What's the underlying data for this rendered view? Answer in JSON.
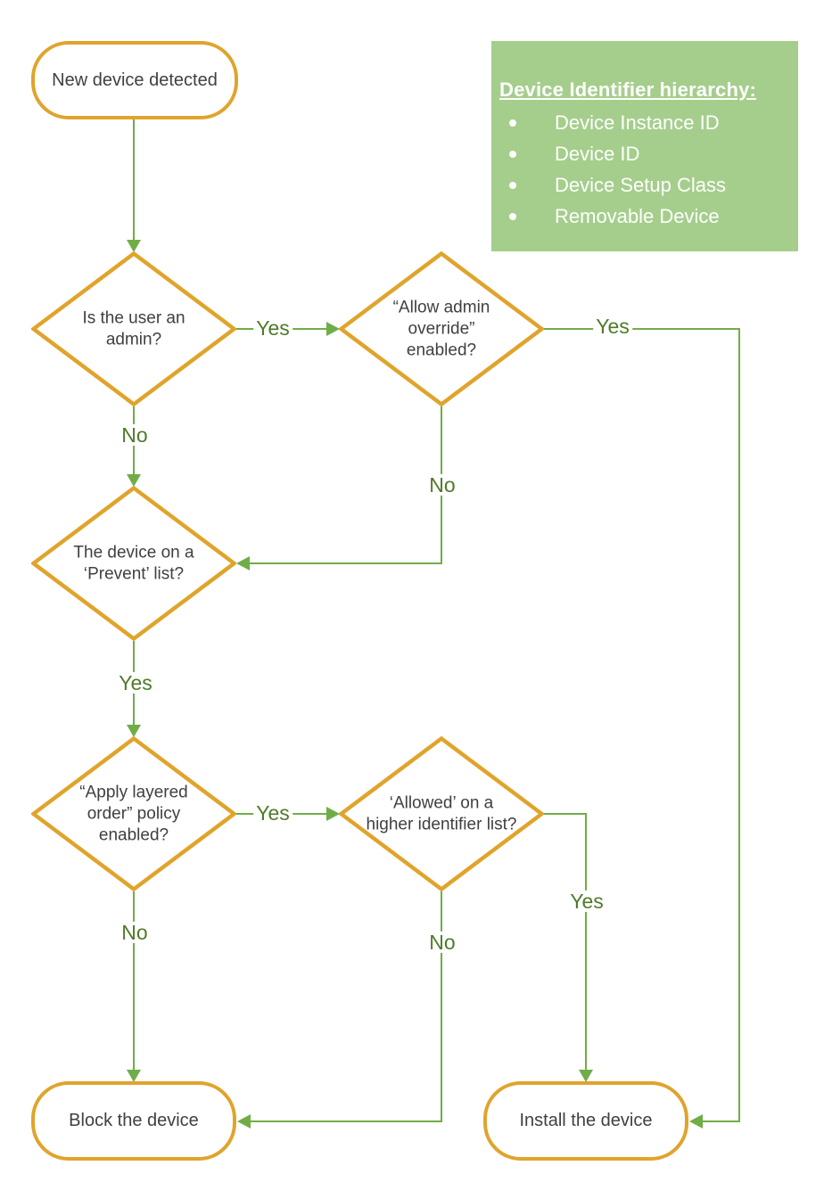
{
  "colors": {
    "node_border": "#E0A42C",
    "connector_green": "#70AD47",
    "edge_label_green": "#4E7B28",
    "info_box_bg": "#A5CE8C",
    "info_box_text": "#FFFFFF",
    "node_text": "#404040"
  },
  "nodes": {
    "start": {
      "label": "New device detected"
    },
    "admin_check": {
      "label": "Is the user an admin?"
    },
    "admin_override": {
      "label": "“Allow admin override” enabled?"
    },
    "prevent_list": {
      "label": "The device on a ‘Prevent’ list?"
    },
    "layered_order": {
      "label": "“Apply layered order” policy enabled?"
    },
    "allowed_higher": {
      "label": "‘Allowed’ on a higher identifier list?"
    },
    "block": {
      "label": "Block the device"
    },
    "install": {
      "label": "Install the device"
    }
  },
  "info_box": {
    "title": "Device Identifier hierarchy:",
    "items": [
      "Device Instance ID",
      "Device ID",
      "Device Setup Class",
      "Removable Device"
    ]
  },
  "edge_labels": {
    "admin_yes": "Yes",
    "admin_no": "No",
    "override_yes": "Yes",
    "override_no": "No",
    "prevent_yes": "Yes",
    "layered_yes": "Yes",
    "layered_no": "No",
    "higher_yes": "Yes",
    "higher_no": "No"
  }
}
